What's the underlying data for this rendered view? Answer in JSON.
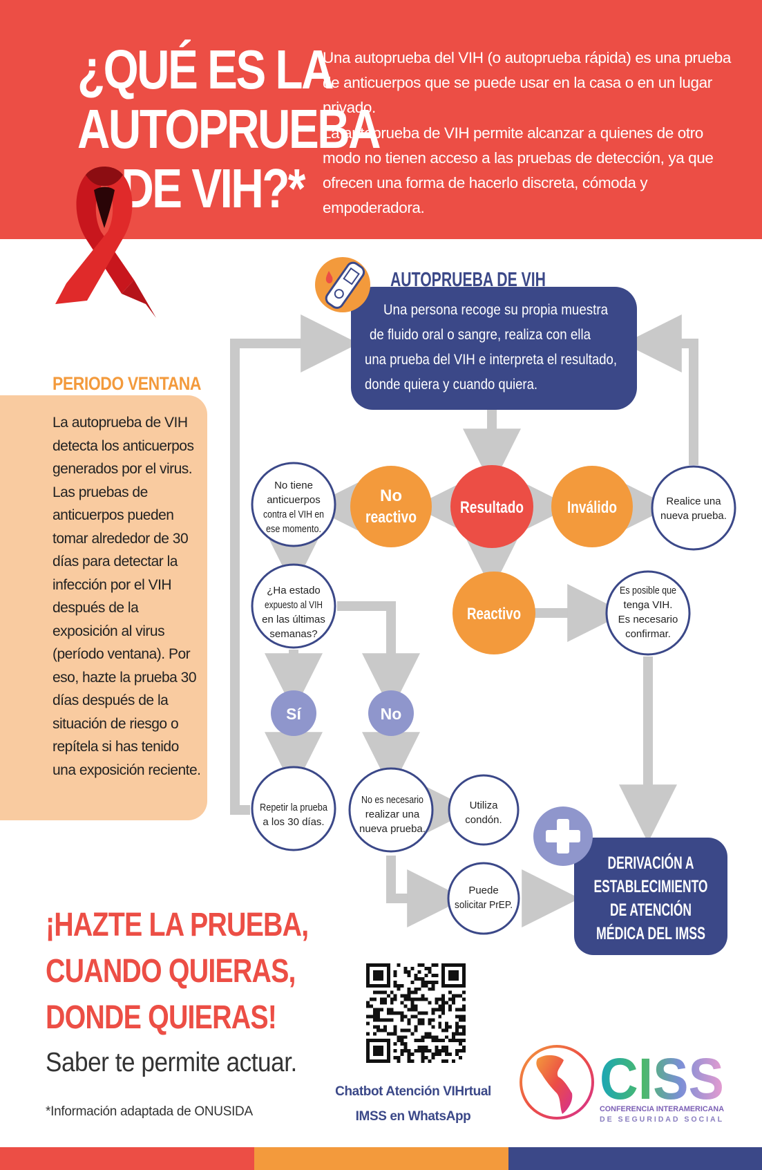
{
  "header": {
    "title_lines": [
      "¿QUÉ ES LA",
      "AUTOPRUEBA",
      "DE VIH?*"
    ],
    "intro_1": "Una autoprueba del VIH (o autoprueba rápida) es una prueba de anticuerpos que se puede usar en la casa o en un lugar privado.",
    "intro_2": "La autoprueba de VIH permite alcanzar a quienes de otro modo no tienen acceso a las pruebas de detección, ya que ofrecen una forma de hacerlo discreta, cómoda y empoderadora."
  },
  "periodo_ventana": {
    "title": "PERIODO VENTANA",
    "text": "La autoprueba de VIH detecta los anticuerpos generados por el virus. Las pruebas de anticuerpos pueden tomar alrededor de 30 días para detectar la infección por el VIH después de la exposición al virus (período ventana). Por eso, hazte la prueba 30 días después de la situación de riesgo o repítela si has tenido una exposición reciente."
  },
  "flow": {
    "main_title": "AUTOPRUEBA DE VIH",
    "main_lines": [
      "Una persona recoge su propia muestra",
      "de fluido oral o sangre, realiza con ella",
      "una prueba del VIH e interpreta el resultado,",
      "donde quiera y cuando quiera."
    ],
    "resultado": "Resultado",
    "no_reactivo_lines": [
      "No",
      "reactivo"
    ],
    "invalido": "Inválido",
    "reactivo": "Reactivo",
    "si": "Sí",
    "no": "No",
    "sin_anticuerpos_lines": [
      "No tiene",
      "anticuerpos",
      "contra el VIH en",
      "ese momento."
    ],
    "expuesto_lines": [
      "¿Ha estado",
      "expuesto al VIH",
      "en las últimas",
      "semanas?"
    ],
    "realice_lines": [
      "Realice una",
      "nueva prueba."
    ],
    "posible_lines": [
      "Es posible que",
      "tenga VIH.",
      "Es necesario",
      "confirmar."
    ],
    "repetir_lines": [
      "Repetir la prueba",
      "a los 30 días."
    ],
    "no_necesario_lines": [
      "No es necesario",
      "realizar una",
      "nueva prueba."
    ],
    "condon_lines": [
      "Utiliza",
      "condón."
    ],
    "prep_lines": [
      "Puede",
      "solicitar PrEP."
    ],
    "derivacion_lines": [
      "DERIVACIÓN A",
      "ESTABLECIMIENTO",
      "DE ATENCIÓN",
      "MÉDICA DEL IMSS"
    ]
  },
  "cta": {
    "lines": [
      "¡HAZTE LA PRUEBA,",
      "CUANDO QUIERAS,",
      "DONDE QUIERAS!"
    ],
    "saber": "Saber te permite actuar.",
    "nota": "*Información adaptada de ONUSIDA"
  },
  "chatbot": {
    "line1": "Chatbot Atención VIHrtual",
    "line2": "IMSS en WhatsApp"
  },
  "logo": {
    "name": "CISS",
    "line1": "CONFERENCIA INTERAMERICANA",
    "line2": "DE SEGURIDAD SOCIAL"
  },
  "colors": {
    "red": "#ec4e45",
    "orange": "#f39a3c",
    "navy": "#3b4888",
    "peach": "#f9cba0",
    "lavender": "#8f96cc",
    "arrow_gray": "#c9c9c9"
  },
  "icons": [
    "ribbon-icon",
    "test-kit-icon",
    "plus-icon",
    "qr-code",
    "americas-globe-icon"
  ]
}
